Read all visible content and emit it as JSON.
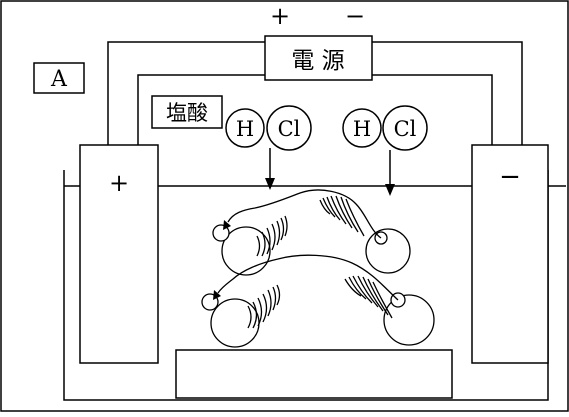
{
  "diagram": {
    "label_box": "A",
    "power_supply": {
      "label": "電 源",
      "plus_sign": "+",
      "minus_sign": "−"
    },
    "electrodes": {
      "left_sign": "+",
      "right_sign": "−"
    },
    "solution_label": "塩酸",
    "molecules": [
      {
        "h": "H",
        "cl": "Cl"
      },
      {
        "h": "H",
        "cl": "Cl"
      }
    ],
    "bottom_box_text": ""
  }
}
